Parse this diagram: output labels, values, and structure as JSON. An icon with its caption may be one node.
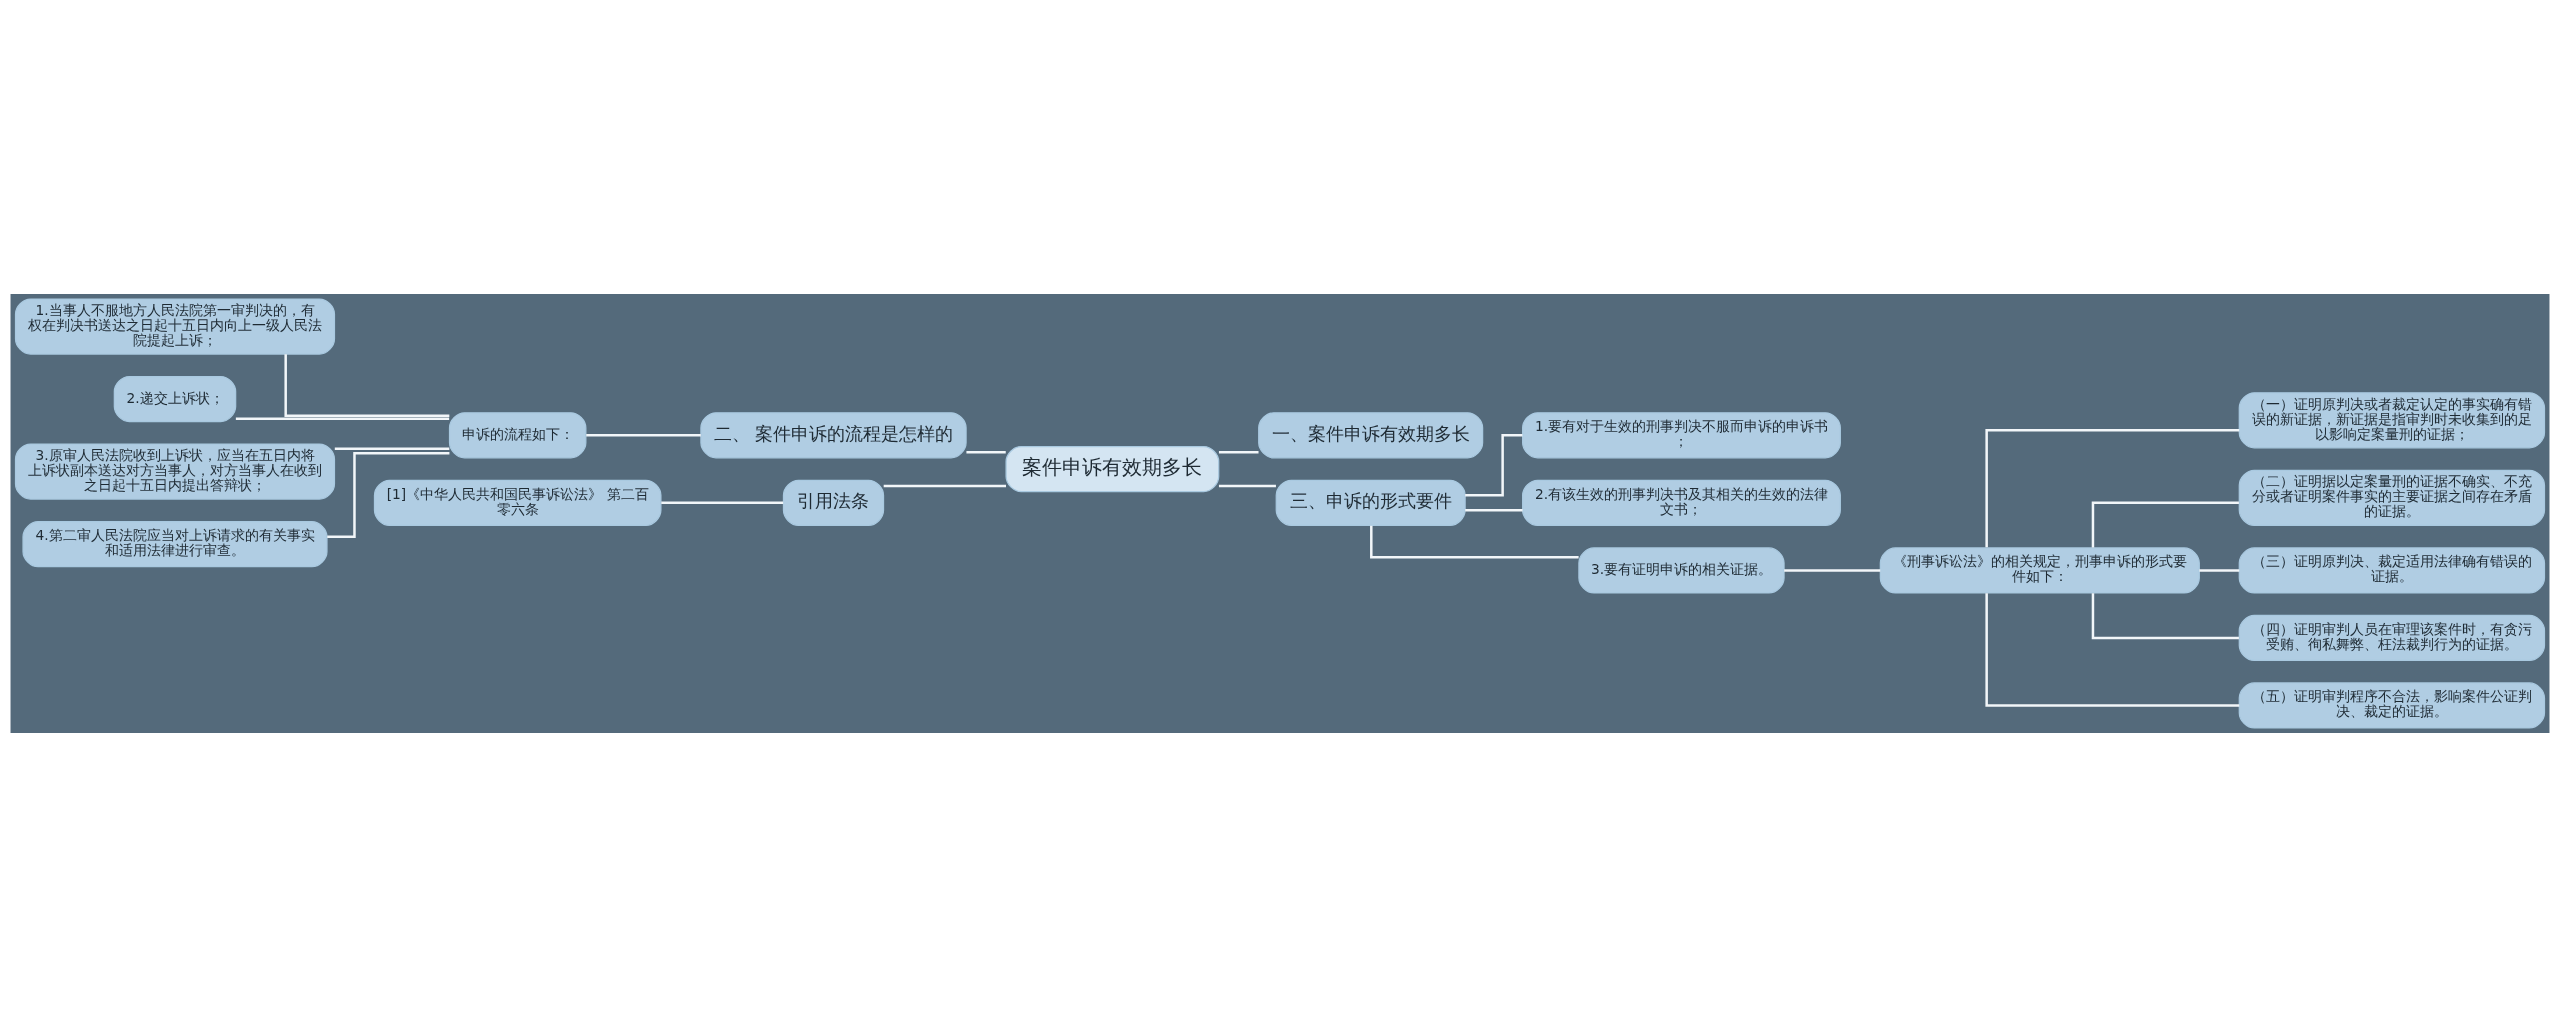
{
  "diagram": {
    "nodes": [
      {
        "text": [
          "案件申诉有效期多长"
        ]
      },
      {
        "text": [
          "一、案件申诉有效期多长"
        ]
      },
      {
        "text": [
          "三、申诉的形式要件"
        ]
      },
      {
        "text": [
          "1.要有对于生效的刑事判决不服而申诉的申诉书；"
        ]
      },
      {
        "text": [
          "2.有该生效的刑事判决书及其相关的生效的法律文书；"
        ]
      },
      {
        "text": [
          "3.要有证明申诉的相关证据。"
        ]
      },
      {
        "text": [
          "《刑事诉讼法》的相关规定，刑事申诉的形式要件如下："
        ]
      },
      {
        "text": [
          "（一）证明原判决或者裁定认定的事实确有错误的新证据，新证据是指审判时未收集到的足以影响定案量刑的证据；"
        ]
      },
      {
        "text": [
          "（二）证明据以定案量刑的证据不确实、不充分或者证明案件事实的主要证据之间存在矛盾的证据。"
        ]
      },
      {
        "text": [
          "（三）证明原判决、裁定适用法律确有错误的证据。"
        ]
      },
      {
        "text": [
          "（四）证明审判人员在审理该案件时，有贪污受贿、徇私舞弊、枉法裁判行为的证据。"
        ]
      },
      {
        "text": [
          "（五）证明审判程序不合法，影响案件公证判决、裁定的证据。"
        ]
      },
      {
        "text": [
          "二、 案件申诉的流程是怎样的"
        ]
      },
      {
        "text": [
          "申诉的流程如下："
        ]
      },
      {
        "text": [
          "1.当事人不服地方人民法院第一审判决的，有权在判决书送达之日起十五日内向上一级人民法院提起上诉；"
        ]
      },
      {
        "text": [
          "2.递交上诉状；"
        ]
      },
      {
        "text": [
          "3.原审人民法院收到上诉状，应当在五日内将上诉状副本送达对方当事人，对方当事人在收到之日起十五日内提出答辩状；"
        ]
      },
      {
        "text": [
          "4.第二审人民法院应当对上诉请求的有关事实和适用法律进行审查。"
        ]
      },
      {
        "text": [
          "引用法条"
        ]
      },
      {
        "text": [
          "[1]《中华人民共和国民事诉讼法》 第二百零六条"
        ]
      }
    ],
    "edges": [
      {
        "from": 0,
        "to": 1,
        "arrow": "none"
      },
      {
        "from": 0,
        "to": 2,
        "arrow": "none"
      },
      {
        "from": 2,
        "to": 3,
        "arrow": "none"
      },
      {
        "from": 2,
        "to": 4,
        "arrow": "none"
      },
      {
        "from": 2,
        "to": 5,
        "arrow": "none"
      },
      {
        "from": 5,
        "to": 6,
        "arrow": "none"
      },
      {
        "from": 6,
        "to": 7,
        "arrow": "none"
      },
      {
        "from": 6,
        "to": 8,
        "arrow": "none"
      },
      {
        "from": 6,
        "to": 9,
        "arrow": "none"
      },
      {
        "from": 6,
        "to": 10,
        "arrow": "none"
      },
      {
        "from": 6,
        "to": 11,
        "arrow": "none"
      },
      {
        "from": 0,
        "to": 12,
        "arrow": "none"
      },
      {
        "from": 12,
        "to": 13,
        "arrow": "none"
      },
      {
        "from": 13,
        "to": 14,
        "arrow": "none"
      },
      {
        "from": 13,
        "to": 15,
        "arrow": "none"
      },
      {
        "from": 13,
        "to": 16,
        "arrow": "none"
      },
      {
        "from": 13,
        "to": 17,
        "arrow": "none"
      },
      {
        "from": 0,
        "to": 18,
        "arrow": "none"
      },
      {
        "from": 18,
        "to": 19,
        "arrow": "none"
      }
    ]
  }
}
